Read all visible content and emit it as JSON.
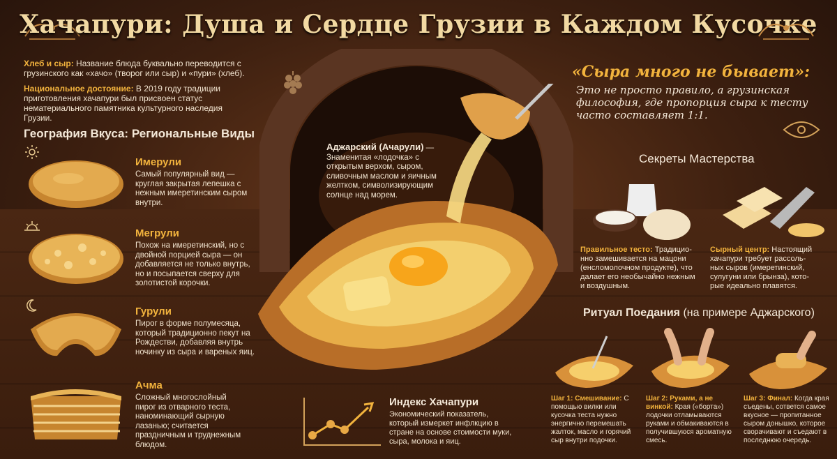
{
  "title": "Хачапури: Душа и Сердце Грузии в Каждом Кусочке",
  "intro": [
    {
      "label": "Хлеб и сыр:",
      "text": " Название блюда буквально переводится с грузинского как «хачо» (творог или сыр) и «пури» (хлеб)."
    },
    {
      "label": "Национальное достояние:",
      "text": " В 2019 году традиции приготовления хачапури был присвоен статус нематериального памятника культурного наследия Грузии."
    }
  ],
  "regions_title": "География Вкуса: Региональные Виды",
  "varieties": [
    {
      "name": "Имерули",
      "desc": "Самый популярный вид — круглая закрытая лепешка с нежным имеретинским сыром внутри.",
      "icon": "sun-icon"
    },
    {
      "name": "Мегрули",
      "desc": "Похож на имеретинский, но с двойной порцией сыра — он добавляется не только внутрь, но и посыпается сверху для золотистой корочки.",
      "icon": "sunrise-icon"
    },
    {
      "name": "Гурули",
      "desc": "Пирог в форме полумесяца, который традиционно пекут на Рождестви, добавляя внутрь ночинку из сыра и вареных яиц.",
      "icon": "moon-icon"
    },
    {
      "name": "Ачма",
      "desc": "Сложный многослойный пирог из отварного теста, наноминающий сырную лазанью; считается праздничным и труднежным блюдом.",
      "icon": "layers-icon"
    }
  ],
  "adjarian": {
    "label": "Аджарский (Ачарули)",
    "text": " — Знаменитая «лодочка» с открытым верхом, сыром, сливочным маслом и яичным желтком, символизирующим солнце над морем."
  },
  "quote": {
    "head": "«Сыра много не бывает»:",
    "body": "Это не просто правило, а грузинская философия, где пропорция сыра к тесту часто составляет 1:1."
  },
  "secrets": {
    "title": "Секреты Мастерства",
    "dough": {
      "label": "Правильное тесто:",
      "text": " Традицио-нно замешивается на мацони (енсломолочном продукте), что далает его необычайно нежным и воздушным."
    },
    "cheese": {
      "label": "Сырный центр:",
      "text": " Настоящий хачапури требует рассоль-ных сыров (имеретинский, сулугуни или брынза), кото-рые идеально плавятся."
    }
  },
  "ritual": {
    "title": "Ритуал Поедания",
    "subtitle": " (на примере Аджарского)",
    "steps": [
      {
        "label": "Шаг 1: Смешивание:",
        "text": " С помощью вилки или кусочка теста нужно энергично перемешать жалток, масло и горячий сыр внутри подочки."
      },
      {
        "label": "Шаг 2: Руками, а не винкой:",
        "text": " Края («борта») лодочки отламываются руками и обмакиваются в получившуюся ароматную смесь."
      },
      {
        "label": "Шаг 3: Финал:",
        "text": " Когда края съедены, сответся самое вкусное — пропитанное сыром донышко, которое сворачивают и съедают в последнюю очередь."
      }
    ]
  },
  "index": {
    "title": "Индекс Хачапури",
    "text": "Экономический показатель, который измеркет инфлкцию в стране на основе стоимости муки, сыра, молока и яиц."
  }
}
